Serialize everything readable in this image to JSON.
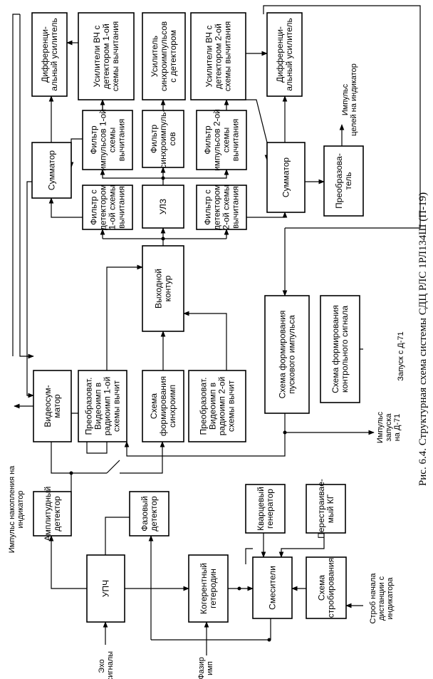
{
  "caption": "Рис. 6.4. Структурная схема системы СДЦ РЛС 1РЛ134Ш (П-19)",
  "blocks": {
    "upch": [
      "УПЧ"
    ],
    "amp_det": [
      "Амплитудный",
      "детектор"
    ],
    "phase_det": [
      "Фазовый",
      "детектор"
    ],
    "coh_het": [
      "Когерентный",
      "гетеродин"
    ],
    "mixers": [
      "Смесители"
    ],
    "strobe": [
      "Схема",
      "стробирования"
    ],
    "quartz": [
      "Кварцевый",
      "генератор"
    ],
    "tunable": [
      "Перестраивае-",
      "мый КГ"
    ],
    "video_sum": [
      "Видеосум-",
      "матор"
    ],
    "conv1": [
      "Преобразоват.",
      "Видеоимп в",
      "радиоимп 1-ой",
      "схемы вычит"
    ],
    "sync_form": [
      "Схема",
      "формирования",
      "синхроимп"
    ],
    "conv2": [
      "Преобразоват.",
      "Видеоимп в",
      "радиоимп 2-ой",
      "схемы вычит"
    ],
    "start_pulse": [
      "Схема формирования",
      "пускового импульса"
    ],
    "ctrl_signal": [
      "Схема формирования",
      "контрольного сигнала"
    ],
    "out_circuit": [
      "Выходной",
      "контур"
    ],
    "diff_amp1": [
      "Дифференци-",
      "альный усилитель"
    ],
    "summer1": [
      "Сумматор"
    ],
    "hf_amp1": [
      "Усилители ВЧ с",
      "детектором 1-ой",
      "схемы вычитания"
    ],
    "filt_imp1": [
      "Фильтр",
      "импульсов 1-ой",
      "схемы",
      "вычитания"
    ],
    "filt_det1": [
      "Фильтр с",
      "детектором",
      "1-ой схемы",
      "вычитания"
    ],
    "sync_amp": [
      "Усилитель",
      "синхроимпульсов",
      "с детектором"
    ],
    "sync_filter": [
      "Фильтр",
      "синхроимпуль-",
      "сов"
    ],
    "ulz": [
      "УЛЗ"
    ],
    "hf_amp2": [
      "Усилители ВЧ с",
      "детектором 2-ой",
      "схемы вычитания"
    ],
    "filt_imp2": [
      "Фильтр",
      "импульсов 2-ой",
      "схемы",
      "вычитания"
    ],
    "filt_det2": [
      "Фильтр с",
      "детектором",
      "2-ой схемы",
      "вычитания"
    ],
    "diff_amp2": [
      "Дифференци-",
      "альный усилитель"
    ],
    "summer2": [
      "Сумматор"
    ],
    "transformer": [
      "Преобразова-",
      "тель"
    ]
  },
  "labels": {
    "echo": [
      "Эхо",
      "сигналы"
    ],
    "phase_imp": [
      "Фазир",
      "имп"
    ],
    "strobe_start": [
      "Строб начала",
      "дистанции с",
      "индикатора"
    ],
    "accum_pulse": [
      "Импульс накопления на",
      "индикатор"
    ],
    "launch_d71": [
      "Импульс",
      "запуска",
      "на Д-71"
    ],
    "start_from_d71": [
      "Запуск с Д-71"
    ],
    "target_pulse": [
      "Импульс",
      "целей на индикатор"
    ]
  }
}
